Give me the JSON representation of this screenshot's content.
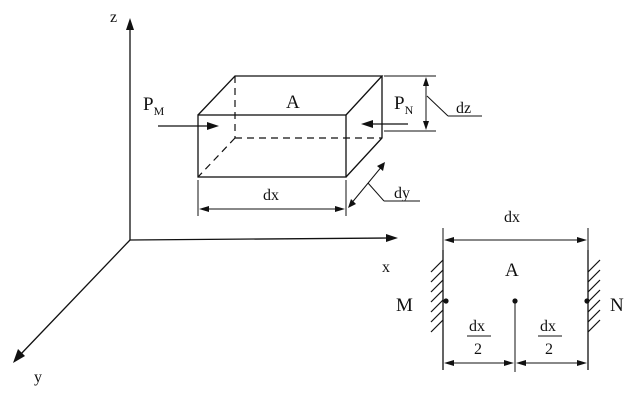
{
  "axes": {
    "z_label": "z",
    "x_label": "x",
    "y_label": "y"
  },
  "element": {
    "center_label": "A",
    "force_left": {
      "symbol": "P",
      "subscript": "M"
    },
    "force_right": {
      "symbol": "P",
      "subscript": "N"
    },
    "dim_height": "dz",
    "dim_length": "dx",
    "dim_depth": "dy"
  },
  "section_view": {
    "top_dim": "dx",
    "center_label": "A",
    "left_label": "M",
    "right_label": "N",
    "half_numerator": "dx",
    "half_denominator": "2"
  }
}
